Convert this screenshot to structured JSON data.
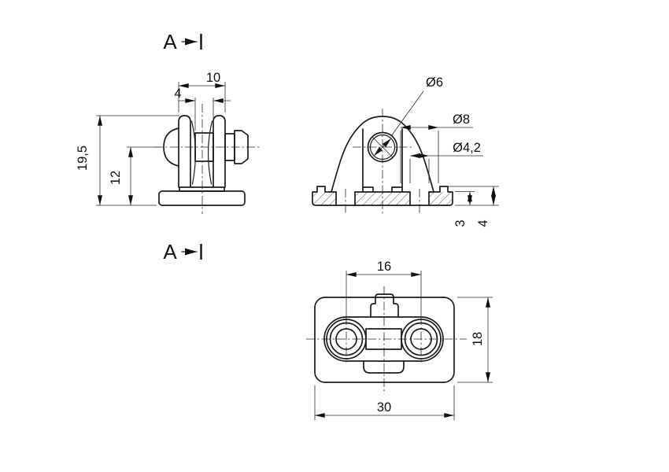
{
  "section_markers": {
    "top": "A",
    "bottom": "A"
  },
  "views": {
    "side": {
      "dims": {
        "outer_width": "10",
        "hub_width": "4",
        "total_height": "19,5",
        "pin_center_height": "12"
      }
    },
    "section": {
      "dims": {
        "pin_hole_dia": "Ø6",
        "counterbore_dia": "Ø8",
        "hole_dia": "Ø4,2",
        "base_plate_thickness": "3",
        "base_total_height": "4"
      }
    },
    "top": {
      "dims": {
        "hole_spacing": "16",
        "depth": "18",
        "width": "30"
      }
    }
  },
  "colors": {
    "line": "#1c1c1c",
    "background": "#ffffff"
  }
}
